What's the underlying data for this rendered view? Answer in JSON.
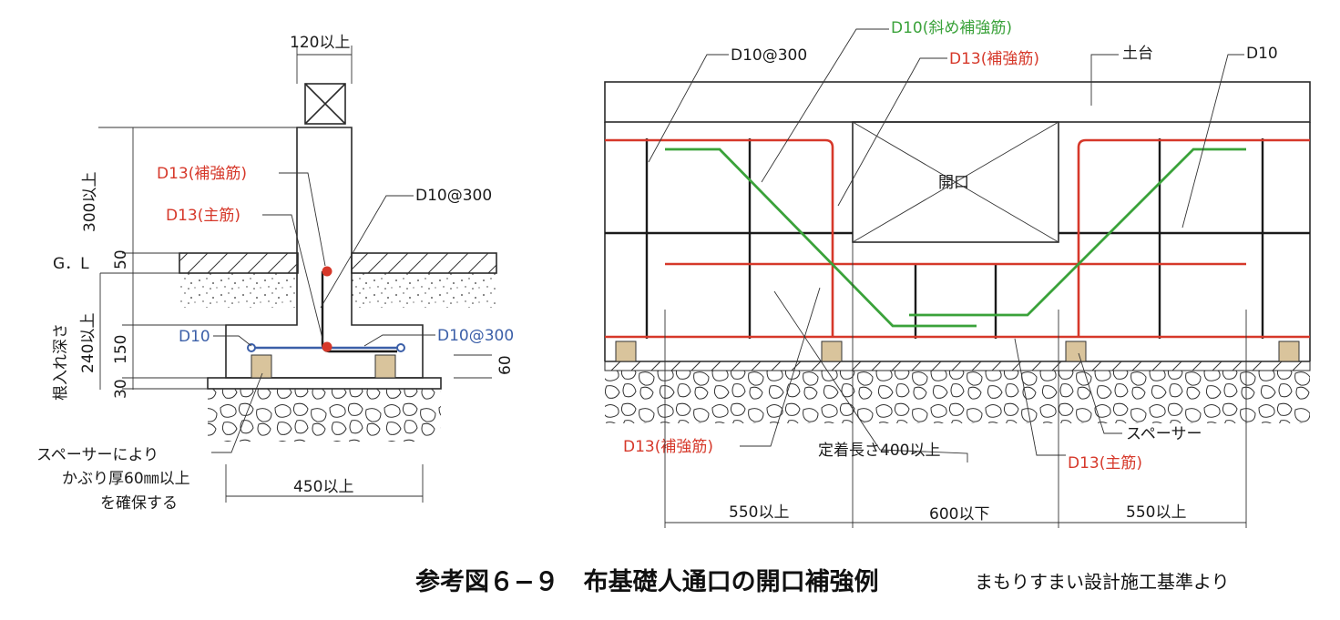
{
  "colors": {
    "red": "#d6382a",
    "green": "#3aa23a",
    "blue": "#3b5fa8",
    "spacer": "#d9c49c"
  },
  "section": {
    "top_width": "120以上",
    "hoshou": "D13(補強筋)",
    "shukin": "D13(主筋)",
    "d10_300_upper": "D10@300",
    "gl": "G．L",
    "dim_300": "300以上",
    "dim_50": "50",
    "nehire_1": "根入れ深さ",
    "nehire_2": "240以上",
    "dim_150": "150",
    "dim_30": "30",
    "d10": "D10",
    "d10_300_lower": "D10@300",
    "dim_60": "60",
    "note_1": "スペーサーにより",
    "note_2": "かぶり厚60㎜以上",
    "note_3": "を確保する",
    "base_width": "450以上"
  },
  "elevation": {
    "d10_300": "D10@300",
    "diagonal": "D10(斜め補強筋)",
    "hoshou_top": "D13(補強筋)",
    "dodai": "土台",
    "d10": "D10",
    "opening": "開口",
    "hoshou_bottom": "D13(補強筋)",
    "teichaku": "定着長さ400以上",
    "spacer": "スペーサー",
    "shukin": "D13(主筋)",
    "dim_left": "550以上",
    "dim_mid": "600以下",
    "dim_right": "550以上"
  },
  "caption": {
    "title": "参考図６−９　布基礎人通口の開口補強例",
    "source": "まもりすまい設計施工基準より"
  }
}
